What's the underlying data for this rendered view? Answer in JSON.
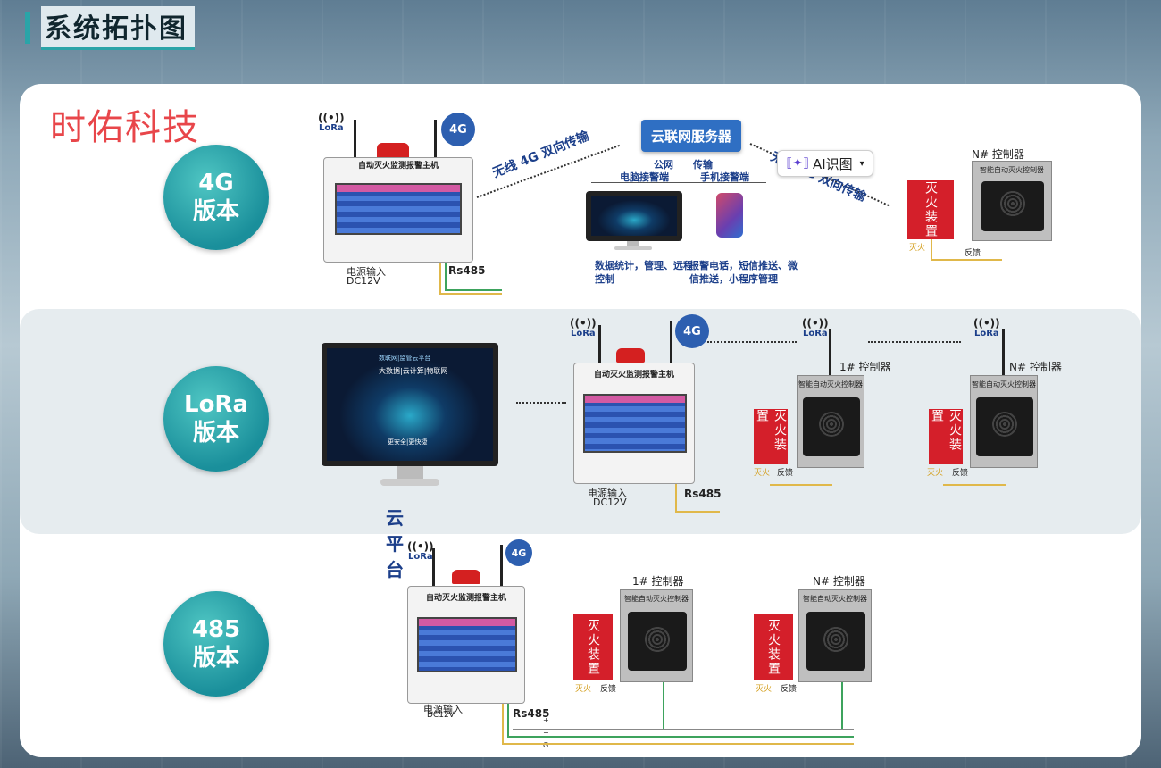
{
  "page": {
    "title": "系统拓扑图",
    "brand": "时佑科技"
  },
  "colors": {
    "accent": "#2aa4a8",
    "brand": "#e8464a",
    "circle": "#1a8f9b",
    "cloud_btn": "#2f6fc3",
    "alarm_red": "#d41f2a"
  },
  "ai_chip": {
    "label": "AI识图",
    "icon": "sparkle-scan-icon"
  },
  "versions": [
    {
      "line1": "4G",
      "line2": "版本"
    },
    {
      "line1": "LoRa",
      "line2": "版本"
    },
    {
      "line1": "485",
      "line2": "版本"
    }
  ],
  "host": {
    "name": "自动灭火监测报警主机",
    "power": "电源输入",
    "voltage": "DC12V",
    "bus": "Rs485",
    "badge": "4G",
    "lora": "LoRa"
  },
  "wire_labels": {
    "plus": "+",
    "minus": "−",
    "ground": "G"
  },
  "controller": {
    "model": "智能自动灭火控制器",
    "red_box": "灭火装置",
    "fire": "灭火",
    "feedback": "反馈"
  },
  "row1": {
    "wireless_left": "无线 4G 双向传输",
    "wireless_right": "无线 4G 双向传输",
    "cloud_server": "云联网服务器",
    "public_net": "公网",
    "transfer": "传输",
    "pc_end": "电脑接警端",
    "phone_end": "手机接警端",
    "pc_desc": "数据统计，管理、远程控制",
    "phone_desc": "报警电话，短信推送、微信推送，小程序管理",
    "controller_n": "N# 控制器"
  },
  "row2": {
    "cloud_platform": "云平台",
    "controller_1": "1# 控制器",
    "controller_n": "N# 控制器",
    "screen_title": "数联网|监管云平台",
    "screen_sub1": "大数据|云计算|物联网",
    "screen_sub2": "更安全|更快捷"
  },
  "row3": {
    "controller_1": "1# 控制器",
    "controller_n": "N# 控制器"
  }
}
